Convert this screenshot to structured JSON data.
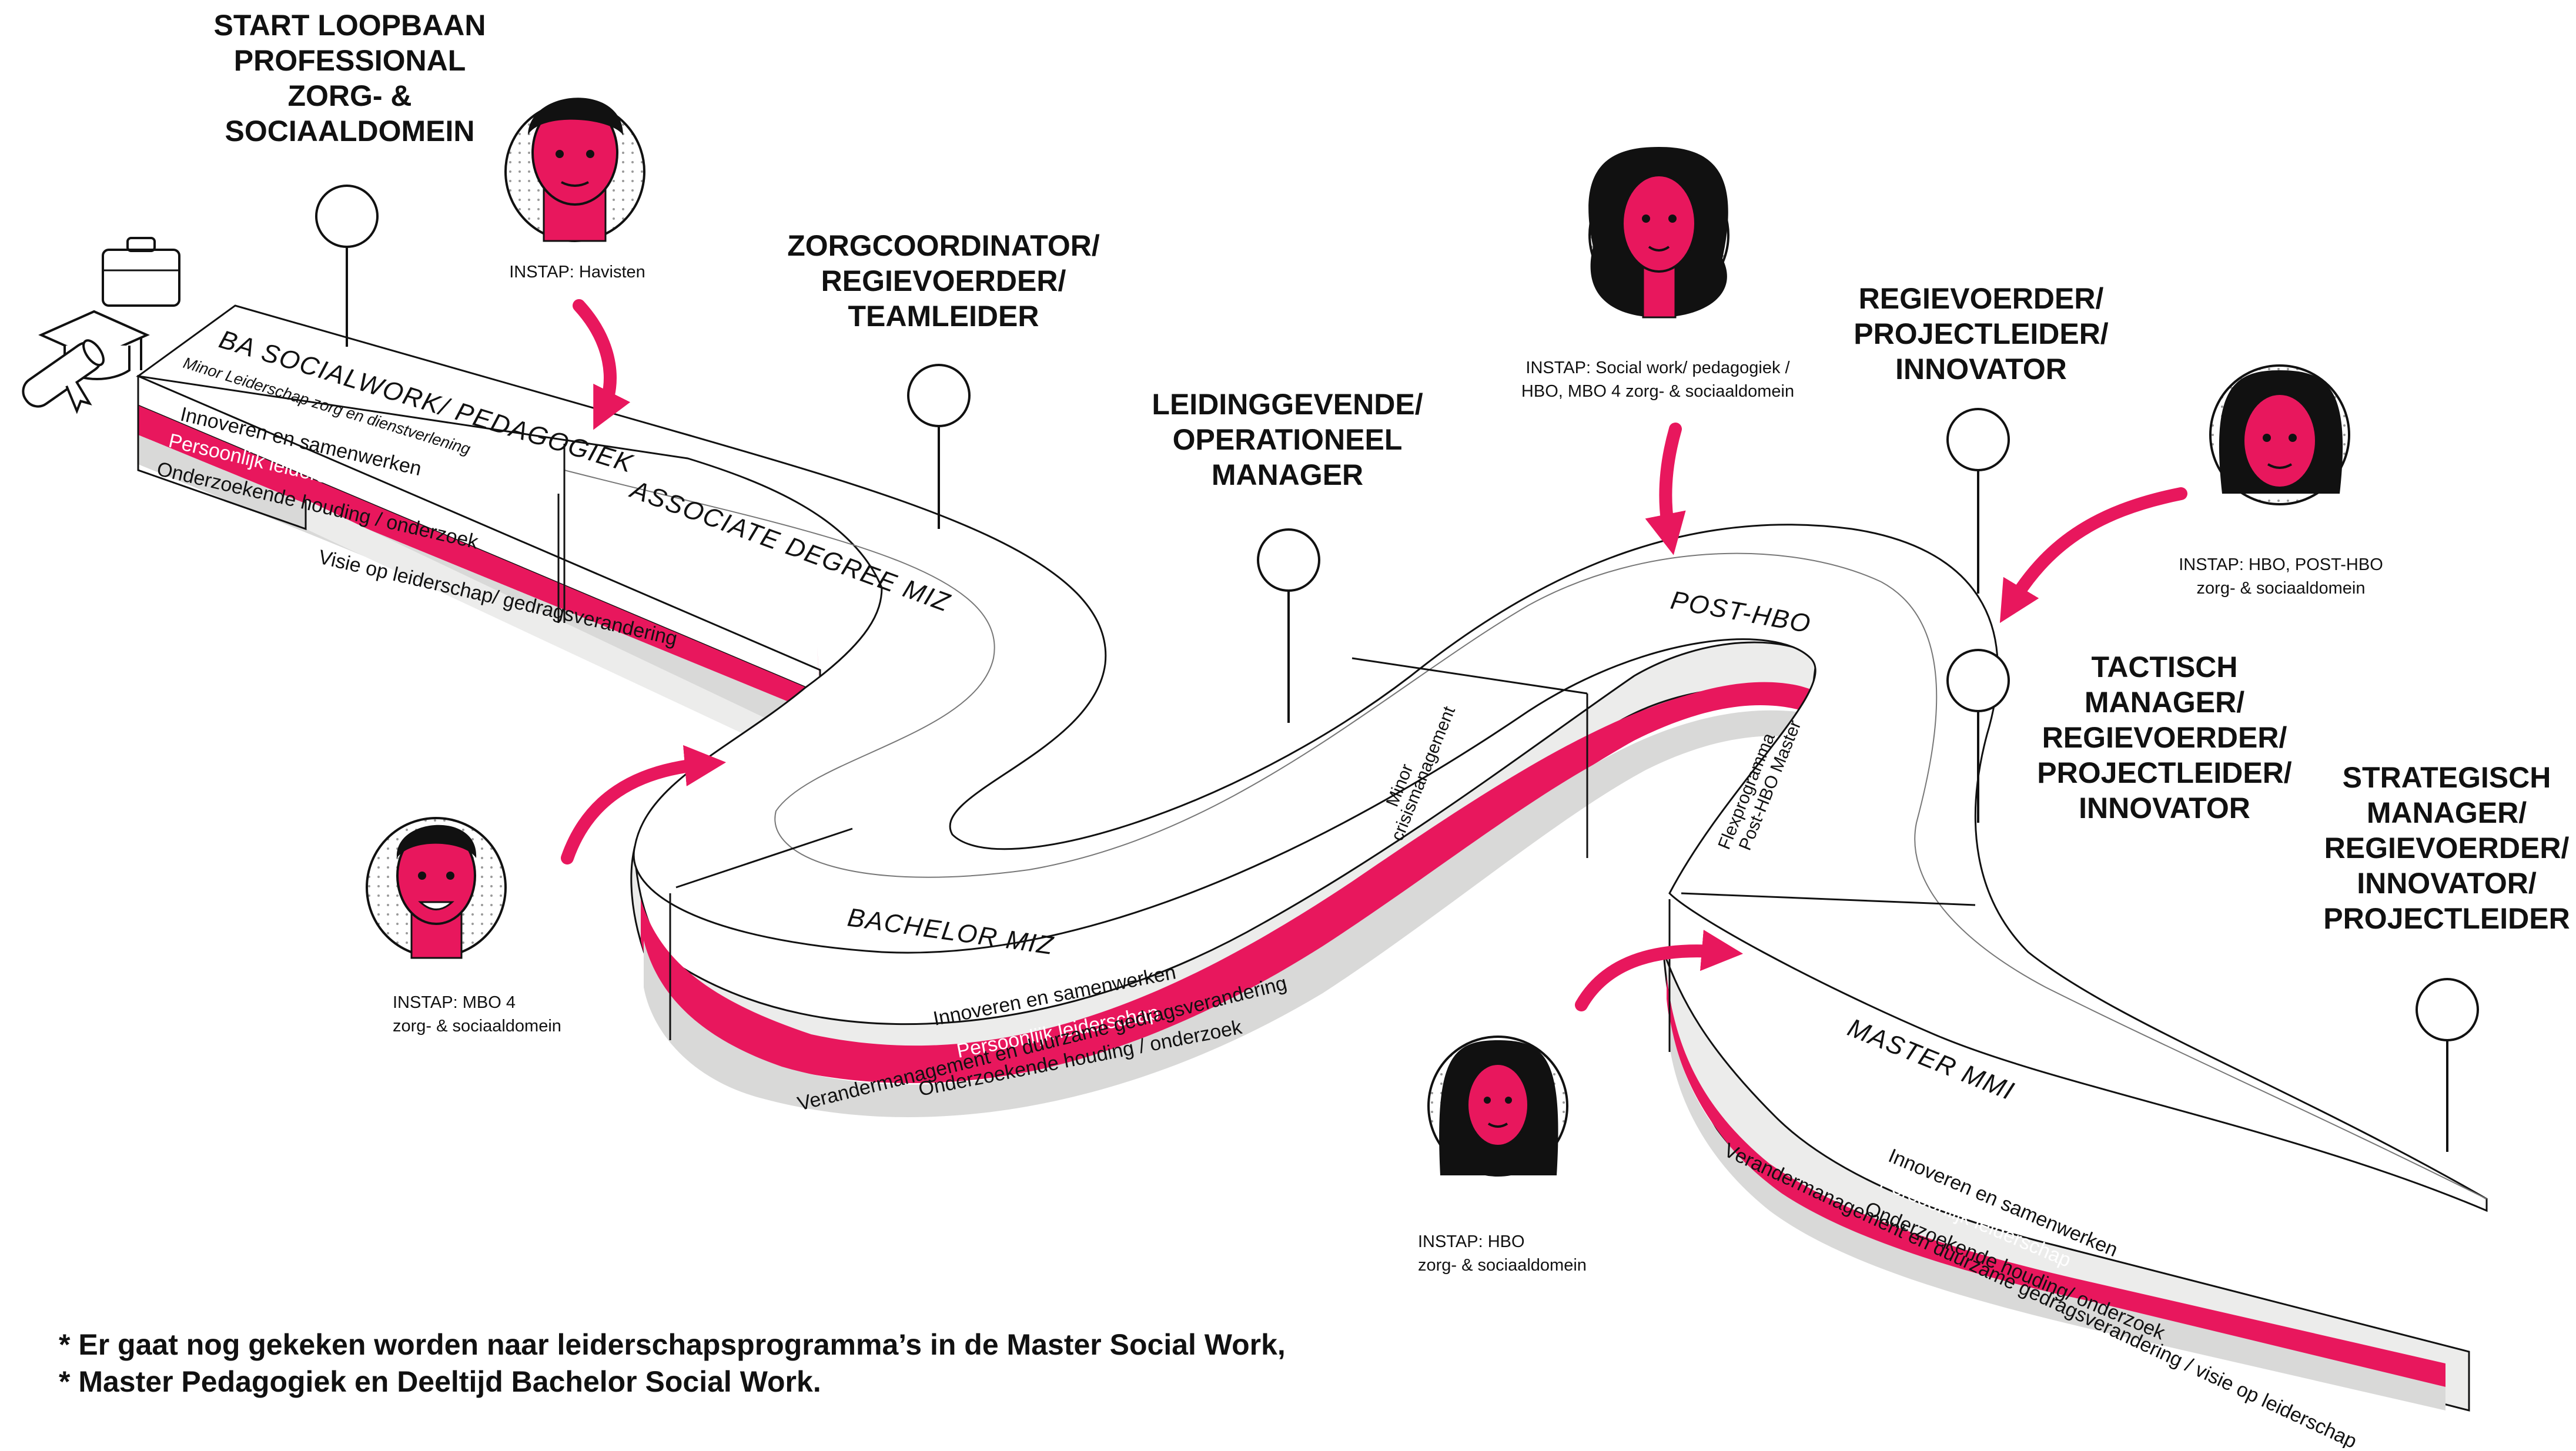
{
  "roles": {
    "start": [
      "START LOOPBAAN",
      "PROFESSIONAL",
      "ZORG- &",
      "SOCIAALDOMEIN"
    ],
    "zorgcoordinator": [
      "ZORGCOORDINATOR/",
      "REGIEVOERDER/",
      "TEAMLEIDER"
    ],
    "leidinggevende": [
      "LEIDINGGEVENDE/",
      "OPERATIONEEL",
      "MANAGER"
    ],
    "regievoerder": [
      "REGIEVOERDER/",
      "PROJECTLEIDER/",
      "INNOVATOR"
    ],
    "tactisch": [
      "TACTISCH",
      "MANAGER/",
      "REGIEVOERDER/",
      "PROJECTLEIDER/",
      "INNOVATOR"
    ],
    "strategisch": [
      "STRATEGISCH",
      "MANAGER/",
      "REGIEVOERDER/",
      "INNOVATOR/",
      "PROJECTLEIDER"
    ]
  },
  "instap": {
    "havisten": [
      "INSTAP: Havisten"
    ],
    "socialwork": [
      "INSTAP:  Social work/ pedagogiek /",
      "HBO, MBO 4 zorg- & sociaaldomein"
    ],
    "hbo_post": [
      "INSTAP: HBO, POST-HBO",
      "zorg- & sociaaldomein"
    ],
    "mbo4": [
      "INSTAP: MBO 4",
      "zorg- & sociaaldomein"
    ],
    "hbo": [
      "INSTAP: HBO",
      "zorg- & sociaaldomein"
    ]
  },
  "tracks": {
    "ba": "BA SOCIALWORK/ PEDAGOGIEK",
    "ba_minor": "Minor Leiderschap zorg en dienstverlening",
    "associate": "ASSOCIATE DEGREE MIZ",
    "bachelor": "BACHELOR MIZ",
    "minor_crisis": [
      "Minor",
      "crisismanagement"
    ],
    "post_hbo": "POST-HBO",
    "flex": [
      "Flexprogramma",
      "Post-HBO Master"
    ],
    "master": "MASTER MMI"
  },
  "bands": {
    "left": [
      "Innoveren en samenwerken",
      "Persoonlijk leiderschap",
      "Onderzoekende houding / onderzoek",
      "Visie op leiderschap/ gedragsverandering"
    ],
    "bachelor": [
      "Innoveren en samenwerken",
      "Persoonlijk leiderschap",
      "Onderzoekende houding / onderzoek",
      "Verandermanagement en  duurzame  gedragsverandering"
    ],
    "master": [
      "Innoveren en samenwerken",
      "Persoonlijk leiderschap",
      "Onderzoekende houding/ onderzoek",
      "Verandermanagement en  duurzame  gedragsverandering / visie op leiderschap"
    ]
  },
  "footnote": [
    "*  Er gaat nog gekeken worden naar leiderschapsprogramma’s in de Master Social Work,",
    "*      Master Pedagogiek en Deeltijd Bachelor Social Work."
  ],
  "colors": {
    "accent": "#e8175d",
    "band_grey": "#d9d9d8",
    "band_light": "#ececeb",
    "line": "#111111"
  },
  "icons": [
    "briefcase-icon",
    "graduation-cap-icon",
    "diploma-icon"
  ]
}
